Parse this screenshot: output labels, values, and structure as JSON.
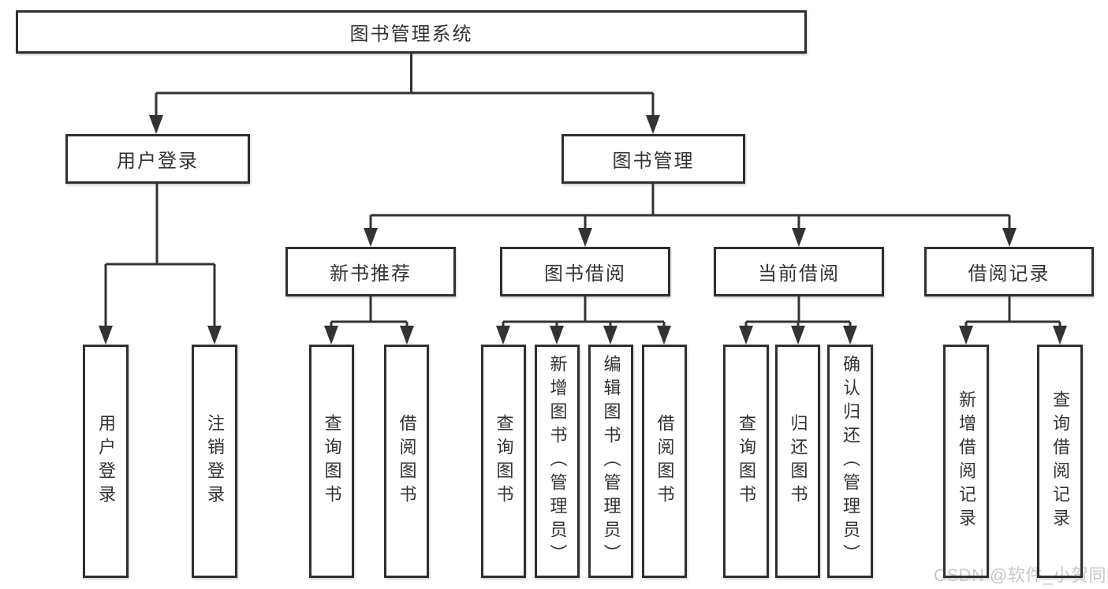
{
  "diagram": {
    "title": "图书管理系统",
    "tree": {
      "label": "图书管理系统",
      "children": [
        {
          "label": "用户登录",
          "children": [
            {
              "label": "用户登录"
            },
            {
              "label": "注销登录"
            }
          ]
        },
        {
          "label": "图书管理",
          "children": [
            {
              "label": "新书推荐",
              "children": [
                {
                  "label": "查询图书"
                },
                {
                  "label": "借阅图书"
                }
              ]
            },
            {
              "label": "图书借阅",
              "children": [
                {
                  "label": "查询图书"
                },
                {
                  "label": "新增图书（管理员）"
                },
                {
                  "label": "编辑图书（管理员）"
                },
                {
                  "label": "借阅图书"
                }
              ]
            },
            {
              "label": "当前借阅",
              "children": [
                {
                  "label": "查询图书"
                },
                {
                  "label": "归还图书"
                },
                {
                  "label": "确认归还（管理员）"
                }
              ]
            },
            {
              "label": "借阅记录",
              "children": [
                {
                  "label": "新增借阅记录"
                },
                {
                  "label": "查询借阅记录"
                }
              ]
            }
          ]
        }
      ]
    }
  },
  "watermark": {
    "text": "CSDN @软件_小贺同学"
  },
  "colors": {
    "line": "#333333",
    "text": "#333333",
    "box_border": "#2f2f2f",
    "box_background": "#ffffff",
    "page_background": "#ffffff",
    "watermark": "#c8c8c8"
  }
}
